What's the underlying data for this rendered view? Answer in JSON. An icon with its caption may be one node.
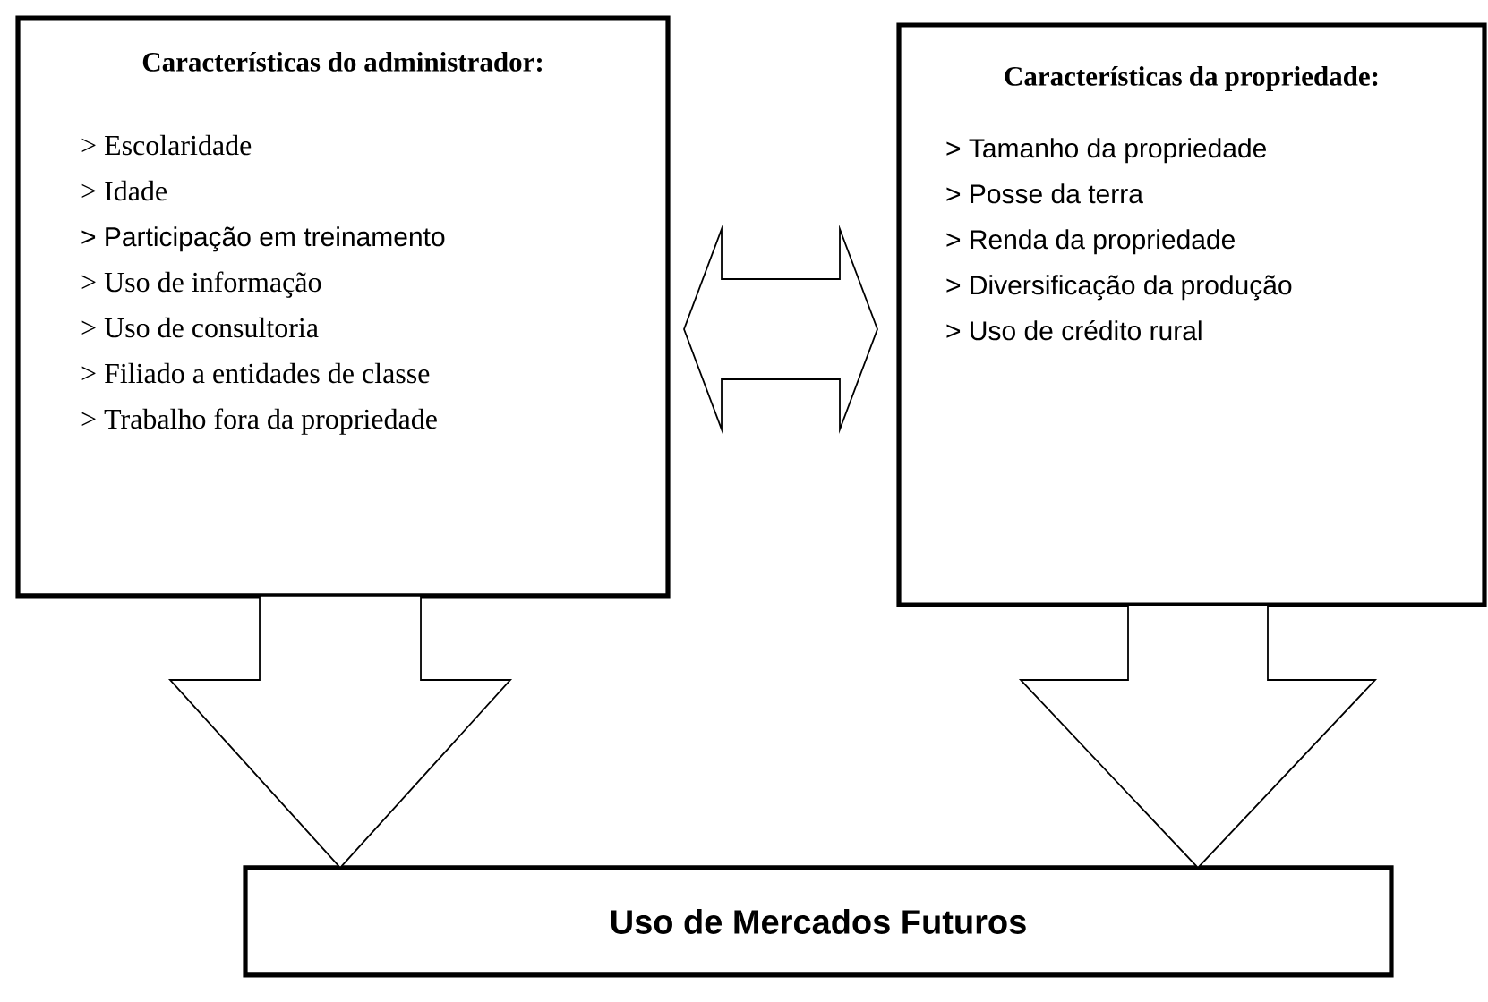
{
  "diagram": {
    "nodes": [
      {
        "text": [
          "Características do administrador:",
          "> Escolaridade",
          "> Idade",
          "> Participação em treinamento",
          "> Uso de informação",
          "> Uso de consultoria",
          "> Filiado a entidades de classe",
          "> Trabalho fora da propriedade"
        ]
      },
      {
        "text": [
          "Características da propriedade:",
          "> Tamanho da propriedade",
          "> Posse da terra",
          "> Renda da propriedade",
          "> Diversificação da produção",
          "> Uso de crédito rural"
        ]
      },
      {
        "text": [
          "Uso de Mercados Futuros"
        ]
      }
    ],
    "edges": [
      {
        "from": 0,
        "to": 1,
        "arrow": "both"
      },
      {
        "from": 0,
        "to": 2,
        "arrow": "to"
      },
      {
        "from": 1,
        "to": 2,
        "arrow": "to"
      }
    ]
  }
}
